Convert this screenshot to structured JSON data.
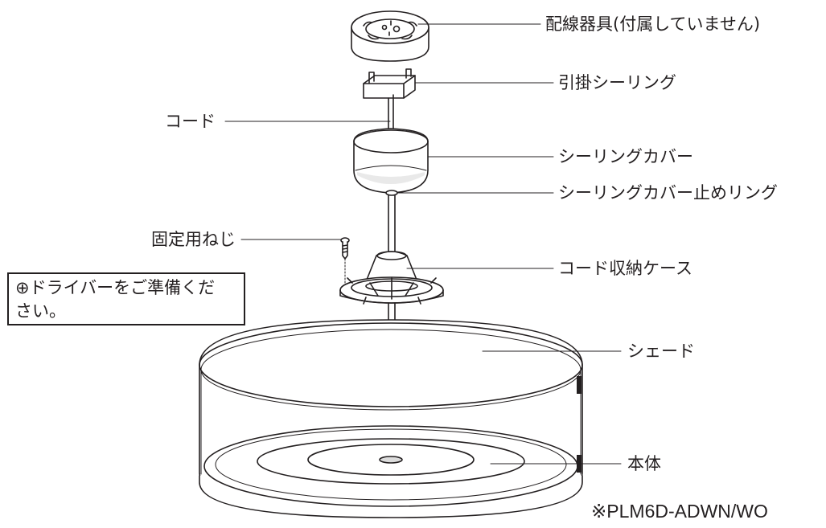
{
  "labels": {
    "wiring": "配線器具(付属していません)",
    "ceiling_hook": "引掛シーリング",
    "cord": "コード",
    "ceiling_cover": "シーリングカバー",
    "cover_stop_ring": "シーリングカバー止めリング",
    "fixing_screw": "固定用ねじ",
    "cord_case": "コード収納ケース",
    "shade": "シェード",
    "body": "本体"
  },
  "note": {
    "line1": "⊕ドライバーをご準備くだ",
    "line2": "さい。"
  },
  "model": "※PLM6D-ADWN/WO"
}
